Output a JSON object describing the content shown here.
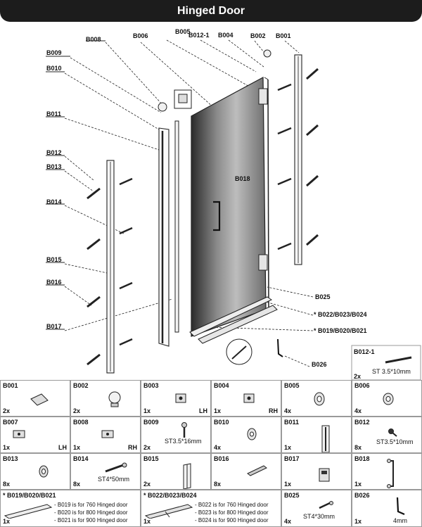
{
  "title": "Hinged Door",
  "labels": {
    "B001": "B001",
    "B002": "B002",
    "B004": "B004",
    "B012_1": "B012-1",
    "B005": "B005",
    "B006": "B006",
    "B008": "B008",
    "B009": "B009",
    "B010": "B010",
    "B011": "B011",
    "B012": "B012",
    "B013": "B013",
    "B014": "B014",
    "B015": "B015",
    "B016": "B016",
    "B017": "B017",
    "B018": "B018",
    "B025": "B025",
    "B022_group": "* B022/B023/B024",
    "B019_group": "* B019/B020/B021",
    "B026": "B026"
  },
  "b012_1_box": {
    "code": "B012-1",
    "qty": "2x",
    "spec": "ST 3.5*10mm"
  },
  "parts": {
    "B001": {
      "code": "B001",
      "qty": "2x"
    },
    "B002": {
      "code": "B002",
      "qty": "2x"
    },
    "B003": {
      "code": "B003",
      "qty": "1x",
      "side": "LH"
    },
    "B004": {
      "code": "B004",
      "qty": "1x",
      "side": "RH"
    },
    "B005": {
      "code": "B005",
      "qty": "4x"
    },
    "B006": {
      "code": "B006",
      "qty": "4x"
    },
    "B007": {
      "code": "B007",
      "qty": "1x",
      "side": "LH"
    },
    "B008": {
      "code": "B008",
      "qty": "1x",
      "side": "RH"
    },
    "B009": {
      "code": "B009",
      "qty": "2x",
      "spec": "ST3.5*16mm"
    },
    "B010": {
      "code": "B010",
      "qty": "4x"
    },
    "B011": {
      "code": "B011",
      "qty": "1x"
    },
    "B012": {
      "code": "B012",
      "qty": "8x",
      "spec": "ST3.5*10mm"
    },
    "B013": {
      "code": "B013",
      "qty": "8x"
    },
    "B014": {
      "code": "B014",
      "qty": "8x",
      "spec": "ST4*50mm"
    },
    "B015": {
      "code": "B015",
      "qty": "2x"
    },
    "B016": {
      "code": "B016",
      "qty": "8x"
    },
    "B017": {
      "code": "B017",
      "qty": "1x"
    },
    "B018": {
      "code": "B018",
      "qty": "1x"
    },
    "B019": {
      "code": "* B019/B020/B021",
      "qty": "1x",
      "notes": [
        "- B019 is for 760 Hinged door",
        "- B020 is for 800 Hinged door",
        "- B021 is for 900 Hinged door"
      ]
    },
    "B022": {
      "code": "* B022/B023/B024",
      "qty": "1x",
      "notes": [
        "- B022 is for 760 Hinged door",
        "- B023 is for 800 Hinged door",
        "- B024 is for 900 Hinged door"
      ]
    },
    "B025": {
      "code": "B025",
      "qty": "4x",
      "spec": "ST4*30mm"
    },
    "B026": {
      "code": "B026",
      "qty": "1x",
      "spec": "4mm"
    }
  }
}
